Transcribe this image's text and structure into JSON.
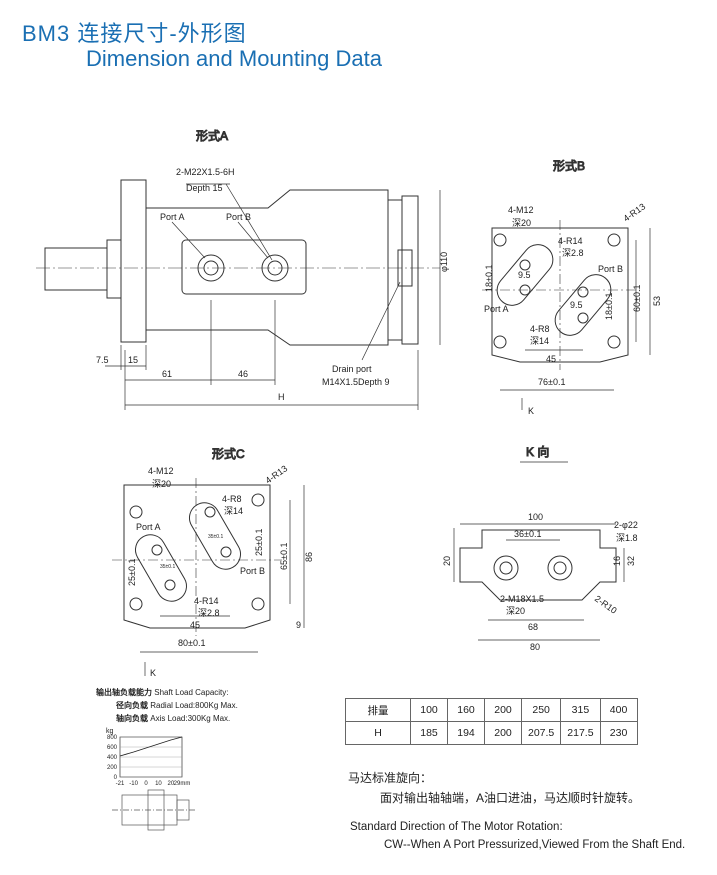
{
  "header": {
    "title_cn": "BM3  连接尺寸-外形图",
    "title_en": "Dimension and Mounting Data"
  },
  "view_a": {
    "title": "形式A",
    "thread_label_1": "2-M22X1.5-6H",
    "thread_label_2": "Depth 15",
    "port_a": "Port A",
    "port_b": "Port B",
    "drain_1": "Drain port",
    "drain_2": "M14X1.5Depth 9",
    "dim_diameter": "φ110",
    "dim_7_5": "7.5",
    "dim_15": "15",
    "dim_61": "61",
    "dim_46": "46",
    "dim_h": "H"
  },
  "view_b": {
    "title": "形式B",
    "m12": "4-M12",
    "m12_depth": "深20",
    "r13": "4-R13",
    "r14": "4-R14",
    "r14_depth": "深2.8",
    "r8": "4-R8",
    "r8_depth": "深14",
    "dim_9_5a": "9.5",
    "dim_9_5b": "9.5",
    "dim_18_left": "18±0.1",
    "dim_18_right": "18±0.1",
    "dim_60": "60±0.1",
    "dim_53": "53",
    "dim_45": "45",
    "dim_76": "76±0.1",
    "port_a": "Port A",
    "port_b": "Port B",
    "k": "K"
  },
  "view_c": {
    "title": "形式C",
    "m12": "4-M12",
    "m12_depth": "深20",
    "r13": "4-R13",
    "r8": "4-R8",
    "r8_depth": "深14",
    "r14": "4-R14",
    "r14_depth": "深2.8",
    "port_a": "Port A",
    "port_b": "Port B",
    "dim_25_left": "25±0.1",
    "dim_25_right": "25±0.1",
    "dim_65": "65±0.1",
    "dim_86": "86",
    "dim_45": "45",
    "dim_9": "9",
    "dim_80": "80±0.1",
    "dim_small_1": "35±0.1",
    "dim_small_2": "35±0.1",
    "k": "K"
  },
  "view_k": {
    "title": "K 向",
    "dim_100": "100",
    "dim_36": "36±0.1",
    "phi22": "2-φ22",
    "phi22_depth": "深1.8",
    "dim_20": "20",
    "dim_16": "16",
    "dim_32": "32",
    "m18": "2-M18X1.5",
    "m18_depth": "深20",
    "r10": "2-R10",
    "dim_68": "68",
    "dim_80": "80"
  },
  "displacement_table": {
    "rows": [
      {
        "label": "排量",
        "values": [
          "100",
          "160",
          "200",
          "250",
          "315",
          "400"
        ]
      },
      {
        "label": "H",
        "values": [
          "185",
          "194",
          "200",
          "207.5",
          "217.5",
          "230"
        ]
      }
    ]
  },
  "shaft_load": {
    "line1_cn": "输出轴负载能力",
    "line1_en": "Shaft Load Capacity:",
    "line2_cn": "径向负载",
    "line2_en": "Radial Load:800Kg Max.",
    "line3_cn": "轴向负载",
    "line3_en": "Axis Load:300Kg Max."
  },
  "chart_data": {
    "type": "line",
    "ylabel": "kg",
    "yticks": [
      "800",
      "600",
      "400",
      "200",
      "0"
    ],
    "xticks": [
      "-21",
      "-10",
      "0",
      "10",
      "20",
      "29mm"
    ],
    "x": [
      -21,
      -10,
      0,
      10,
      20,
      29
    ],
    "series": [
      {
        "values": [
          420,
          500,
          580,
          660,
          740,
          800
        ]
      }
    ],
    "ylim": [
      0,
      800
    ],
    "xlim": [
      -21,
      29
    ]
  },
  "rotation": {
    "title_cn": "马达标准旋向：",
    "desc_cn": "面对输出轴轴端，A油口进油，马达顺时针旋转。",
    "title_en": "Standard Direction of The Motor Rotation:",
    "desc_en": "CW--When A Port Pressurized,Viewed From the Shaft End."
  }
}
